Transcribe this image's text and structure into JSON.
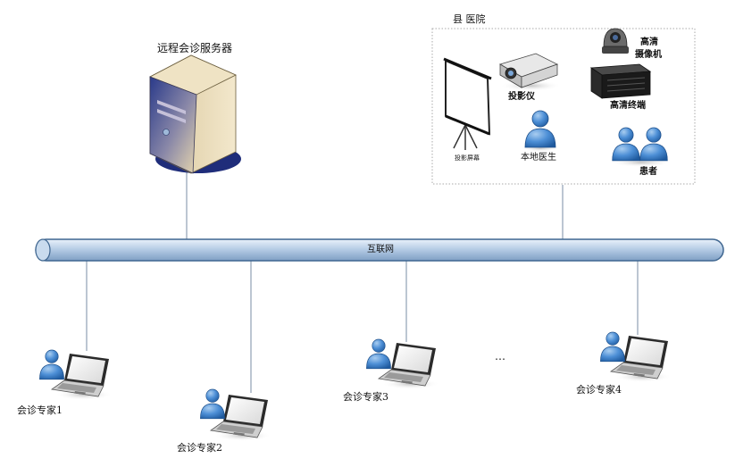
{
  "server": {
    "label": "远程会诊服务器"
  },
  "hospital": {
    "title": "县 医院",
    "projector_screen": "投影屏幕",
    "projector": "投影仪",
    "hd_camera_line1": "高清",
    "hd_camera_line2": "摄像机",
    "hd_terminal": "高清终端",
    "local_doctor": "本地医生",
    "patient": "患者"
  },
  "network": {
    "label": "互联网"
  },
  "experts": [
    {
      "label": "会诊专家1"
    },
    {
      "label": "会诊专家2"
    },
    {
      "label": "会诊专家3"
    },
    {
      "label": "会诊专家4"
    }
  ],
  "ellipsis": "…",
  "colors": {
    "pipe_fill": "#b7cde6",
    "pipe_stroke": "#3f6690",
    "person_blue": "#3d7dc4",
    "server_navy": "#1f2d7a",
    "server_tan": "#d9c9a4",
    "connector_line": "#7a8ca6"
  }
}
